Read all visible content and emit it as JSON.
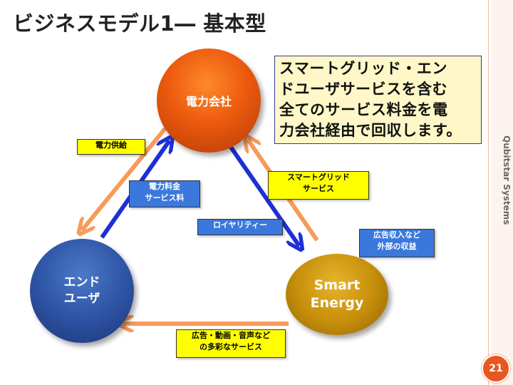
{
  "title": "ビジネスモデル1― 基本型",
  "brand": "Qubitstar Systems",
  "page_number": "21",
  "nodes": {
    "top": "電力会社",
    "left": [
      "エンド",
      "ユーザ"
    ],
    "right": [
      "Smart",
      "Energy"
    ]
  },
  "labels": {
    "power_supply": "電力供給",
    "fee": [
      "電力料金",
      "サービス料"
    ],
    "royalty": "ロイヤリティー",
    "smart_grid": [
      "スマートグリッド",
      "サービス"
    ],
    "ad_revenue": [
      "広告収入など",
      "外部の収益"
    ],
    "services": [
      "広告・動画・音声など",
      "の多彩なサービス"
    ]
  },
  "callout": [
    "スマートグリッド・エン",
    "ドユーザサービスを含む",
    "全てのサービス料金を電",
    "力会社経由で回収します。"
  ],
  "colors": {
    "accent": "#e8571f",
    "orange_arrow": "#f79a5a",
    "blue_arrow": "#1d2fd6",
    "label_yellow": "#ffff00",
    "label_blue": "#3a78dc"
  }
}
